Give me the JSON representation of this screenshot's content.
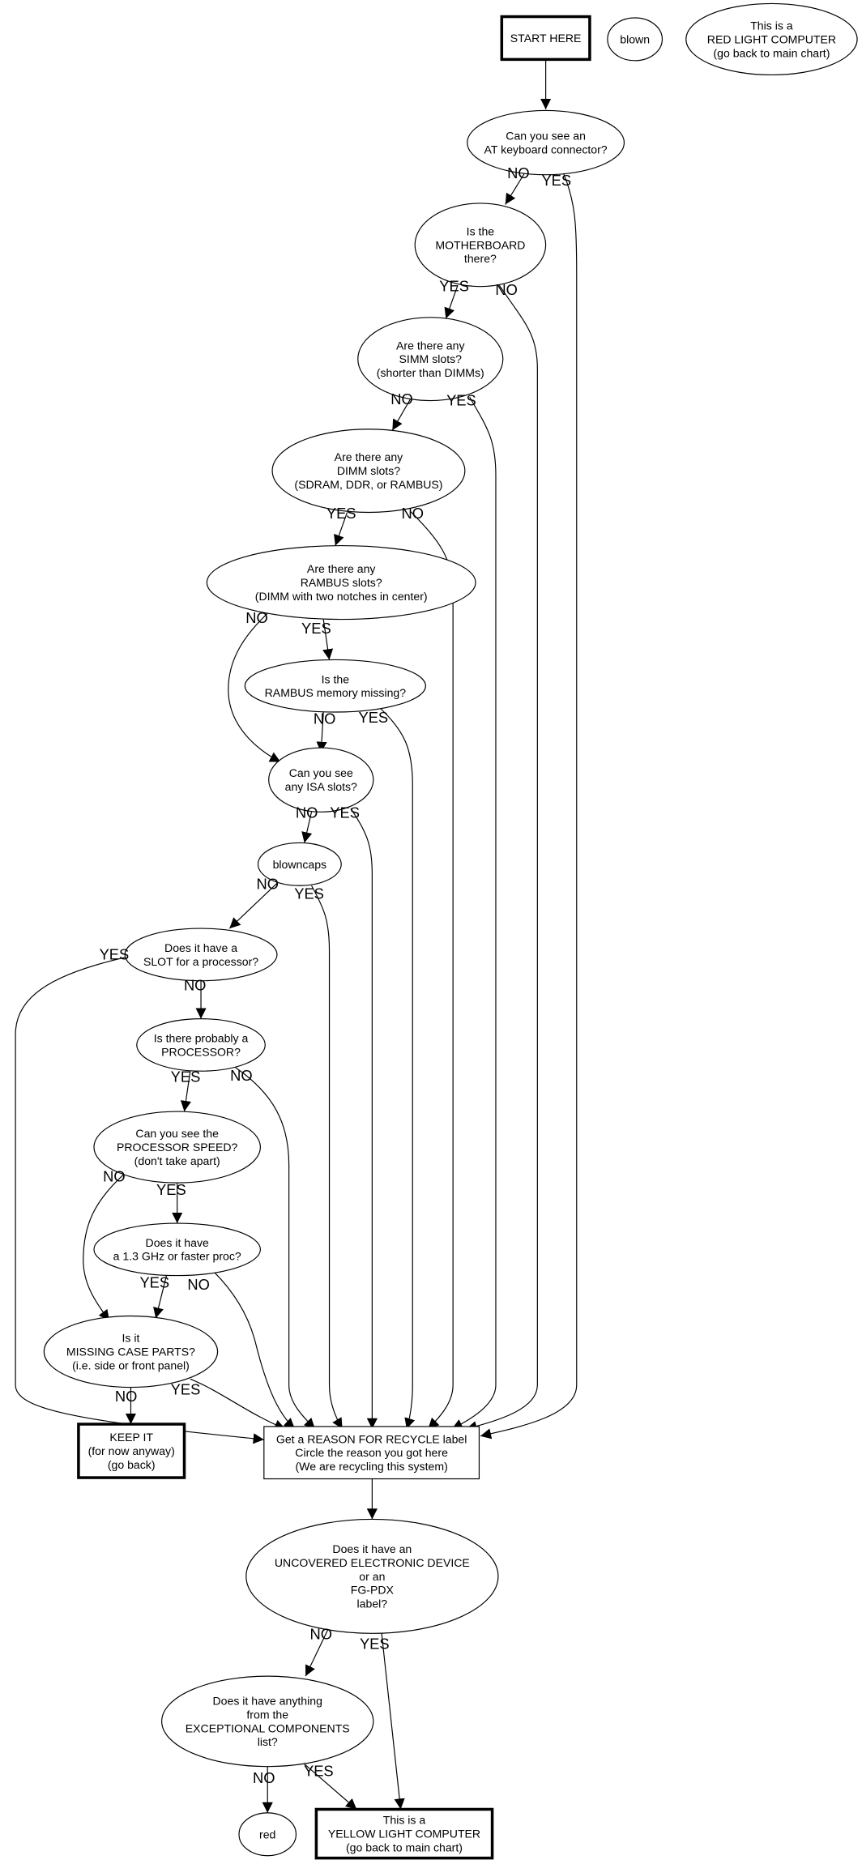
{
  "nodes": {
    "start": {
      "lines": [
        "START HERE"
      ]
    },
    "blown": {
      "lines": [
        "blown"
      ]
    },
    "red_light": {
      "lines": [
        "This is a",
        "RED LIGHT COMPUTER",
        "(go back to main chart)"
      ]
    },
    "at_keyboard": {
      "lines": [
        "Can you see an",
        "AT keyboard connector?"
      ]
    },
    "motherboard": {
      "lines": [
        "Is the",
        "MOTHERBOARD",
        "there?"
      ]
    },
    "simm": {
      "lines": [
        "Are there any",
        "SIMM slots?",
        "(shorter than DIMMs)"
      ]
    },
    "dimm": {
      "lines": [
        "Are there any",
        "DIMM slots?",
        "(SDRAM, DDR, or RAMBUS)"
      ]
    },
    "rambus_slots": {
      "lines": [
        "Are there any",
        "RAMBUS slots?",
        "(DIMM with two notches in center)"
      ]
    },
    "rambus_missing": {
      "lines": [
        "Is the",
        "RAMBUS memory missing?"
      ]
    },
    "isa": {
      "lines": [
        "Can you see",
        "any ISA slots?"
      ]
    },
    "blowncaps": {
      "lines": [
        "blowncaps"
      ]
    },
    "slot_processor": {
      "lines": [
        "Does it have a",
        "SLOT for a processor?"
      ]
    },
    "processor": {
      "lines": [
        "Is there probably a",
        "PROCESSOR?"
      ]
    },
    "processor_speed": {
      "lines": [
        "Can you see the",
        "PROCESSOR SPEED?",
        "(don't take apart)"
      ]
    },
    "ghz": {
      "lines": [
        "Does it have",
        "a 1.3 GHz or faster proc?"
      ]
    },
    "case_parts": {
      "lines": [
        "Is it",
        "MISSING CASE PARTS?",
        "(i.e. side or front panel)"
      ]
    },
    "keep_it": {
      "lines": [
        "KEEP IT",
        "(for now anyway)",
        "(go back)"
      ]
    },
    "reason": {
      "lines": [
        "Get a REASON FOR RECYCLE label",
        "Circle the reason you got here",
        "(We are recycling this system)"
      ]
    },
    "uncovered": {
      "lines": [
        "Does it have an",
        "UNCOVERED ELECTRONIC DEVICE",
        "or an",
        "FG-PDX",
        "label?"
      ]
    },
    "exceptional": {
      "lines": [
        "Does it have anything",
        "from the",
        "EXCEPTIONAL COMPONENTS",
        "list?"
      ]
    },
    "red": {
      "lines": [
        "red"
      ]
    },
    "yellow_light": {
      "lines": [
        "This is a",
        "YELLOW LIGHT COMPUTER",
        "(go back to main chart)"
      ]
    }
  },
  "edges": [
    {
      "from": "start",
      "to": "at_keyboard",
      "label": ""
    },
    {
      "from": "at_keyboard",
      "to": "motherboard",
      "label": "NO"
    },
    {
      "from": "at_keyboard",
      "to": "reason",
      "label": "YES"
    },
    {
      "from": "motherboard",
      "to": "simm",
      "label": "YES"
    },
    {
      "from": "motherboard",
      "to": "reason",
      "label": "NO"
    },
    {
      "from": "simm",
      "to": "dimm",
      "label": "NO"
    },
    {
      "from": "simm",
      "to": "reason",
      "label": "YES"
    },
    {
      "from": "dimm",
      "to": "rambus_slots",
      "label": "YES"
    },
    {
      "from": "dimm",
      "to": "reason",
      "label": "NO"
    },
    {
      "from": "rambus_slots",
      "to": "isa",
      "label": "NO"
    },
    {
      "from": "rambus_slots",
      "to": "rambus_missing",
      "label": "YES"
    },
    {
      "from": "rambus_missing",
      "to": "isa",
      "label": "NO"
    },
    {
      "from": "rambus_missing",
      "to": "reason",
      "label": "YES"
    },
    {
      "from": "isa",
      "to": "blowncaps",
      "label": "NO"
    },
    {
      "from": "isa",
      "to": "reason",
      "label": "YES"
    },
    {
      "from": "blowncaps",
      "to": "slot_processor",
      "label": "NO"
    },
    {
      "from": "blowncaps",
      "to": "reason",
      "label": "YES"
    },
    {
      "from": "slot_processor",
      "to": "reason",
      "label": "YES"
    },
    {
      "from": "slot_processor",
      "to": "processor",
      "label": "NO"
    },
    {
      "from": "processor",
      "to": "processor_speed",
      "label": "YES"
    },
    {
      "from": "processor",
      "to": "reason",
      "label": "NO"
    },
    {
      "from": "processor_speed",
      "to": "case_parts",
      "label": "NO"
    },
    {
      "from": "processor_speed",
      "to": "ghz",
      "label": "YES"
    },
    {
      "from": "ghz",
      "to": "case_parts",
      "label": "YES"
    },
    {
      "from": "ghz",
      "to": "reason",
      "label": "NO"
    },
    {
      "from": "case_parts",
      "to": "keep_it",
      "label": "NO"
    },
    {
      "from": "case_parts",
      "to": "reason",
      "label": "YES"
    },
    {
      "from": "reason",
      "to": "uncovered",
      "label": ""
    },
    {
      "from": "uncovered",
      "to": "exceptional",
      "label": "NO"
    },
    {
      "from": "uncovered",
      "to": "yellow_light",
      "label": "YES"
    },
    {
      "from": "exceptional",
      "to": "red",
      "label": "NO"
    },
    {
      "from": "exceptional",
      "to": "yellow_light",
      "label": "YES"
    }
  ]
}
